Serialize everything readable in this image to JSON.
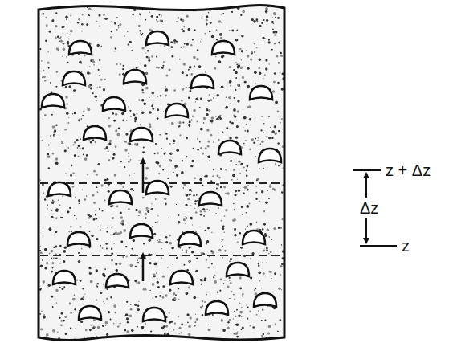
{
  "diagram": {
    "labels": [
      "z + Δz",
      "Δz",
      "z"
    ]
  }
}
